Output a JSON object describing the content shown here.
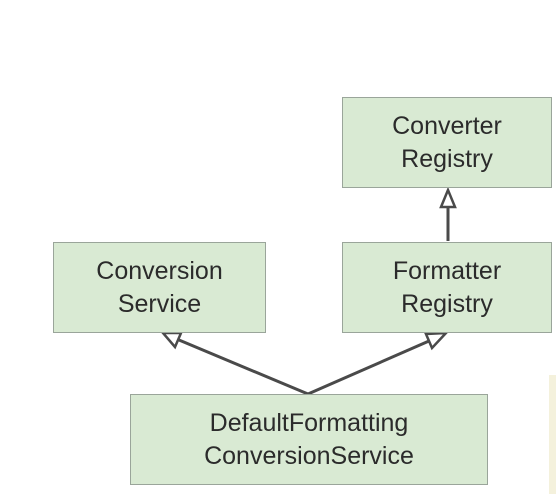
{
  "diagram": {
    "nodes": {
      "converter_registry": {
        "line1": "Converter",
        "line2": "Registry"
      },
      "conversion_service": {
        "line1": "Conversion",
        "line2": "Service"
      },
      "formatter_registry": {
        "line1": "Formatter",
        "line2": "Registry"
      },
      "default_formatting_conversion_service": {
        "line1": "DefaultFormatting",
        "line2": "ConversionService"
      }
    },
    "edges": [
      {
        "from": "default_formatting_conversion_service",
        "to": "conversion_service",
        "type": "inheritance-arrow"
      },
      {
        "from": "default_formatting_conversion_service",
        "to": "formatter_registry",
        "type": "inheritance-arrow"
      },
      {
        "from": "formatter_registry",
        "to": "converter_registry",
        "type": "inheritance-arrow"
      }
    ],
    "colors": {
      "node_fill": "#d9ead3",
      "node_border": "#9aa59a",
      "edge": "#4a4a4a",
      "text": "#2b2b2b"
    }
  }
}
